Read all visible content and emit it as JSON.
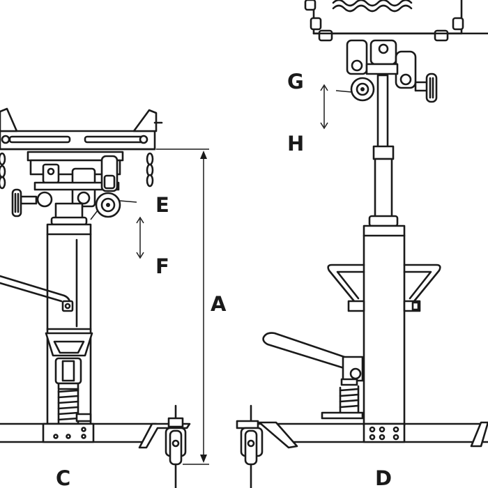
{
  "labels": {
    "a": "A",
    "c": "C",
    "d": "D",
    "e": "E",
    "f": "F",
    "g": "G",
    "h": "H"
  },
  "colors": {
    "line": "#1a1a1a",
    "background": "#ffffff"
  }
}
